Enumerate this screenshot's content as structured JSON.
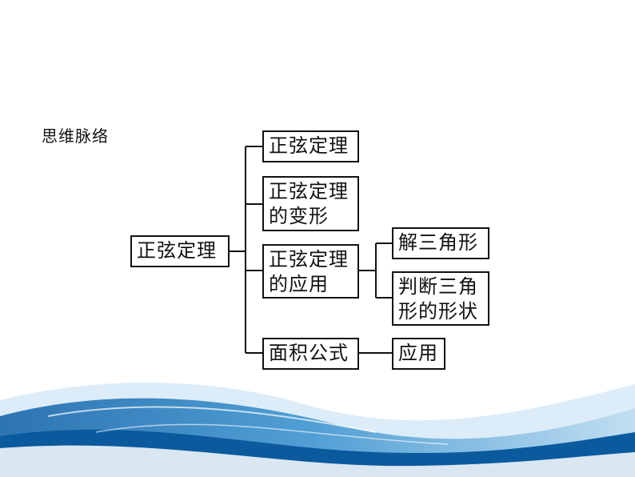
{
  "heading": "思维脉络",
  "root": "正弦定理",
  "branches": {
    "law": "正弦定理",
    "variants": "正弦定理\n的变形",
    "applications": "正弦定理\n的应用",
    "area": "面积公式"
  },
  "leaves": {
    "solve_triangle": "解三角形",
    "judge_shape": "判断三角\n形的形状",
    "area_application": "应用"
  },
  "colors": {
    "line": "#111111",
    "wave_dark": "#1f78b8",
    "wave_light": "#cfe4f3"
  }
}
